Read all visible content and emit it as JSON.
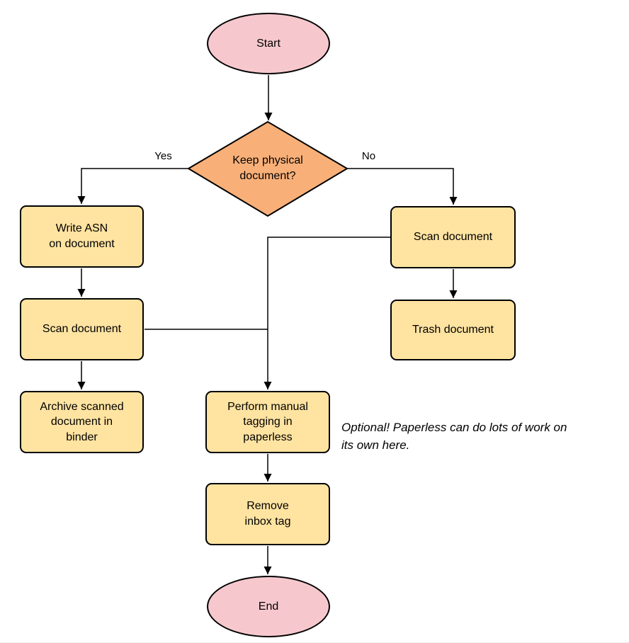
{
  "diagram": {
    "type": "flowchart",
    "nodes": {
      "start": {
        "label": "Start",
        "shape": "ellipse"
      },
      "decision": {
        "label": "Keep physical\ndocument?",
        "shape": "diamond"
      },
      "write_asn": {
        "label": "Write ASN\non document",
        "shape": "process"
      },
      "scan_left": {
        "label": "Scan document",
        "shape": "process"
      },
      "archive": {
        "label": "Archive scanned\ndocument in\nbinder",
        "shape": "process"
      },
      "scan_right": {
        "label": "Scan document",
        "shape": "process"
      },
      "trash": {
        "label": "Trash document",
        "shape": "process"
      },
      "tagging": {
        "label": "Perform manual\ntagging in\npaperless",
        "shape": "process"
      },
      "remove_inbox": {
        "label": "Remove\ninbox tag",
        "shape": "process"
      },
      "end": {
        "label": "End",
        "shape": "ellipse"
      }
    },
    "edges": [
      {
        "from": "start",
        "to": "decision",
        "label": ""
      },
      {
        "from": "decision",
        "to": "write_asn",
        "label": "Yes"
      },
      {
        "from": "decision",
        "to": "scan_right",
        "label": "No"
      },
      {
        "from": "write_asn",
        "to": "scan_left",
        "label": ""
      },
      {
        "from": "scan_left",
        "to": "archive",
        "label": ""
      },
      {
        "from": "scan_left",
        "to": "tagging",
        "label": ""
      },
      {
        "from": "scan_right",
        "to": "trash",
        "label": ""
      },
      {
        "from": "scan_right",
        "to": "tagging",
        "label": ""
      },
      {
        "from": "tagging",
        "to": "remove_inbox",
        "label": ""
      },
      {
        "from": "remove_inbox",
        "to": "end",
        "label": ""
      }
    ],
    "annotation": "Optional! Paperless can do lots of work on\nits own here.",
    "colors": {
      "terminal_fill": "#f6c8cd",
      "decision_fill": "#f8b078",
      "process_fill": "#ffe3a1",
      "stroke": "#000000",
      "background": "#ffffff"
    }
  }
}
